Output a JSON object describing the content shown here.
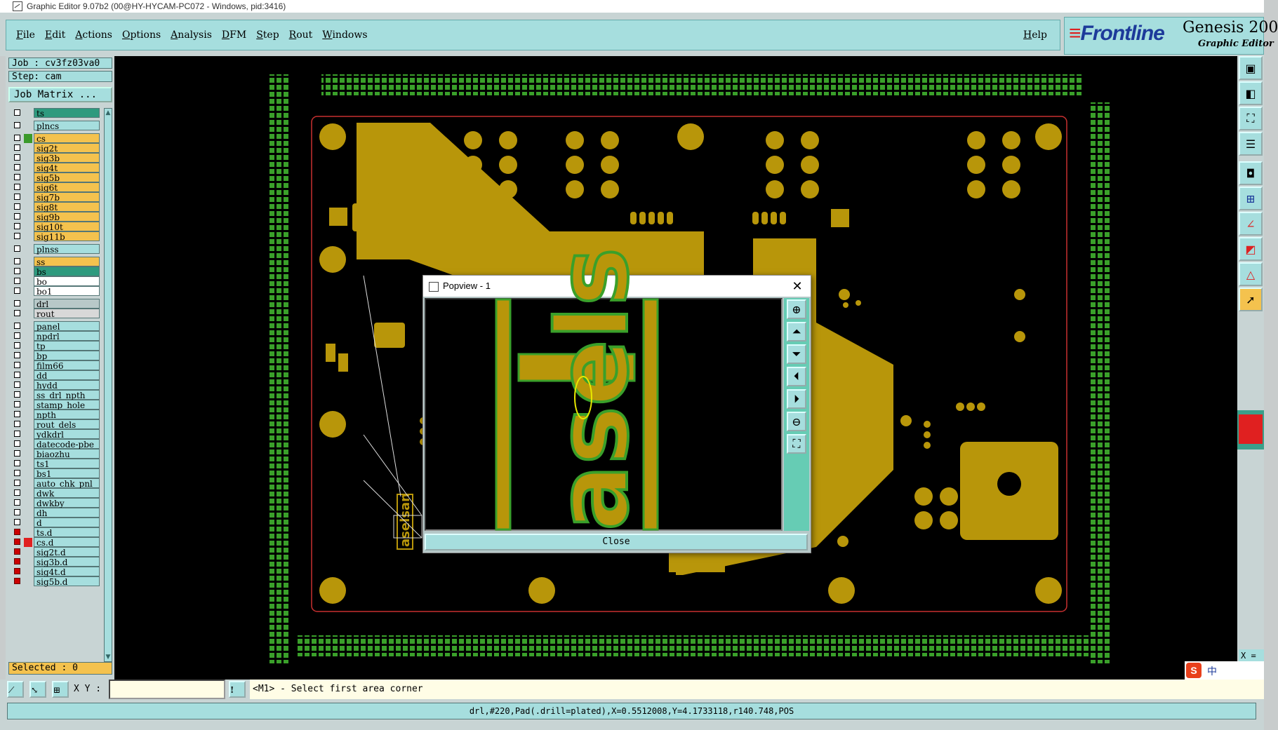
{
  "window": {
    "title": "Graphic Editor 9.07b2 (00@HY-HYCAM-PC072 - Windows, pid:3416)"
  },
  "menu": {
    "items": [
      "File",
      "Edit",
      "Actions",
      "Options",
      "Analysis",
      "DFM",
      "Step",
      "Rout",
      "Windows"
    ],
    "help": "Help"
  },
  "brand": {
    "logo": "Frontline",
    "product": "Genesis 200",
    "subtitle": "Graphic Editor"
  },
  "job": {
    "job": "Job : cv3fz03va0",
    "step": "Step: cam",
    "matrix_button": "Job Matrix ..."
  },
  "layers": [
    {
      "name": "ts",
      "color": "#2e9a7e",
      "cb": "white"
    },
    {
      "name": "plncs",
      "color": "#a6dede",
      "cb": "white"
    },
    {
      "name": "cs",
      "color": "#f4c24e",
      "cb": "white",
      "mark": "#3a9a2a"
    },
    {
      "name": "sig2t",
      "color": "#f4c24e",
      "cb": "white"
    },
    {
      "name": "sig3b",
      "color": "#f4c24e",
      "cb": "white"
    },
    {
      "name": "sig4t",
      "color": "#f4c24e",
      "cb": "white"
    },
    {
      "name": "sig5b",
      "color": "#f4c24e",
      "cb": "white"
    },
    {
      "name": "sig6t",
      "color": "#f4c24e",
      "cb": "white"
    },
    {
      "name": "sig7b",
      "color": "#f4c24e",
      "cb": "white"
    },
    {
      "name": "sig8t",
      "color": "#f4c24e",
      "cb": "white"
    },
    {
      "name": "sig9b",
      "color": "#f4c24e",
      "cb": "white"
    },
    {
      "name": "sig10t",
      "color": "#f4c24e",
      "cb": "white"
    },
    {
      "name": "sig11b",
      "color": "#f4c24e",
      "cb": "white"
    },
    {
      "name": "plnss",
      "color": "#a6dede",
      "cb": "white"
    },
    {
      "name": "ss",
      "color": "#f4c24e",
      "cb": "white"
    },
    {
      "name": "bs",
      "color": "#2e9a7e",
      "cb": "white"
    },
    {
      "name": "bo",
      "color": "#ffffff",
      "cb": "white"
    },
    {
      "name": "bo1",
      "color": "#ffffff",
      "cb": "white"
    },
    {
      "name": "drl",
      "color": "#b8c8c8",
      "cb": "white"
    },
    {
      "name": "rout",
      "color": "#d8d8d8",
      "cb": "white"
    },
    {
      "name": "panel",
      "color": "#a6dede",
      "cb": "white"
    },
    {
      "name": "npdrl",
      "color": "#a6dede",
      "cb": "white"
    },
    {
      "name": "tp",
      "color": "#a6dede",
      "cb": "white"
    },
    {
      "name": "bp",
      "color": "#a6dede",
      "cb": "white"
    },
    {
      "name": "film66",
      "color": "#a6dede",
      "cb": "white"
    },
    {
      "name": "dd",
      "color": "#a6dede",
      "cb": "white"
    },
    {
      "name": "hydd",
      "color": "#a6dede",
      "cb": "white"
    },
    {
      "name": "ss_drl_npth",
      "color": "#a6dede",
      "cb": "white"
    },
    {
      "name": "stamp_hole",
      "color": "#a6dede",
      "cb": "white"
    },
    {
      "name": "npth",
      "color": "#a6dede",
      "cb": "white"
    },
    {
      "name": "rout_dels",
      "color": "#a6dede",
      "cb": "white"
    },
    {
      "name": "ydkdrl",
      "color": "#a6dede",
      "cb": "white"
    },
    {
      "name": "datecode-pbe",
      "color": "#a6dede",
      "cb": "white"
    },
    {
      "name": "biaozhu",
      "color": "#a6dede",
      "cb": "white"
    },
    {
      "name": "ts1",
      "color": "#a6dede",
      "cb": "white"
    },
    {
      "name": "bs1",
      "color": "#a6dede",
      "cb": "white"
    },
    {
      "name": "auto_chk_pnl",
      "color": "#a6dede",
      "cb": "white"
    },
    {
      "name": "dwk",
      "color": "#a6dede",
      "cb": "white"
    },
    {
      "name": "dwkby",
      "color": "#a6dede",
      "cb": "white"
    },
    {
      "name": "dh",
      "color": "#a6dede",
      "cb": "white"
    },
    {
      "name": "d",
      "color": "#a6dede",
      "cb": "white"
    },
    {
      "name": "ts.d",
      "color": "#a6dede",
      "cb": "red"
    },
    {
      "name": "cs.d",
      "color": "#a6dede",
      "cb": "red",
      "mark": "#e02020"
    },
    {
      "name": "sig2t.d",
      "color": "#a6dede",
      "cb": "red"
    },
    {
      "name": "sig3b.d",
      "color": "#a6dede",
      "cb": "red"
    },
    {
      "name": "sig4t.d",
      "color": "#a6dede",
      "cb": "red"
    },
    {
      "name": "sig5b.d",
      "color": "#a6dede",
      "cb": "red"
    }
  ],
  "selected": "Selected : 0",
  "coord_x": "X =",
  "xy_label": "X Y :",
  "xy_value": "",
  "prompt": "<M1> - Select first area corner",
  "status": "drl,#220,Pad(.drill=plated),X=0.5512008,Y=4.1733118,r140.748,POS",
  "popview": {
    "title": "Popview - 1",
    "close": "Close",
    "zoom_text": "asels"
  },
  "board": {
    "marking": "aselsan"
  },
  "colors": {
    "copper": "#b8960a",
    "outline": "#c83030",
    "green": "#3aa02a",
    "panel": "#a6dede",
    "highlight": "#f4c24e"
  },
  "ime": {
    "label": "中"
  }
}
